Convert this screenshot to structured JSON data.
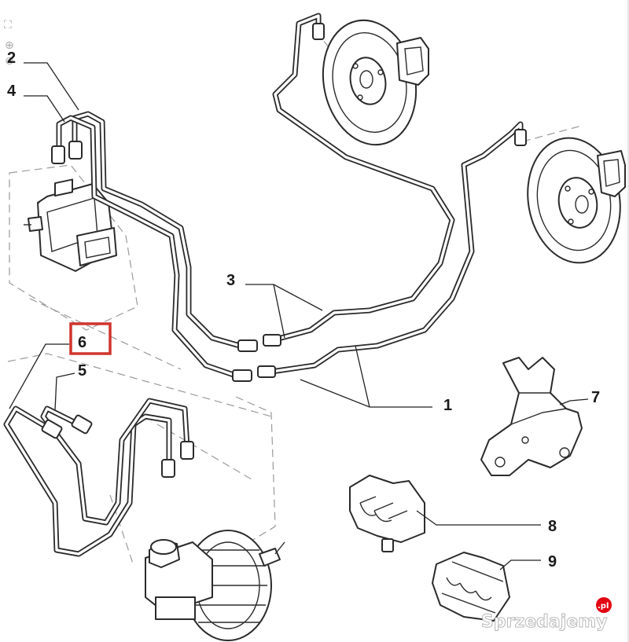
{
  "diagram": {
    "callouts": [
      {
        "id": "c1",
        "label": "1"
      },
      {
        "id": "c2",
        "label": "2"
      },
      {
        "id": "c3",
        "label": "3"
      },
      {
        "id": "c4",
        "label": "4"
      },
      {
        "id": "c5",
        "label": "5"
      },
      {
        "id": "c6",
        "label": "6"
      },
      {
        "id": "c7",
        "label": "7"
      },
      {
        "id": "c8",
        "label": "8"
      },
      {
        "id": "c9",
        "label": "9"
      }
    ],
    "highlighted_callout": "6",
    "highlight_color": "#d0342c"
  },
  "viewer_icons": [
    "fit-icon",
    "zoom-in-icon",
    "zoom-out-icon"
  ],
  "watermark": {
    "text": "Sprzedajemy",
    "suffix": ".pl",
    "badge_color": "#e30613"
  }
}
